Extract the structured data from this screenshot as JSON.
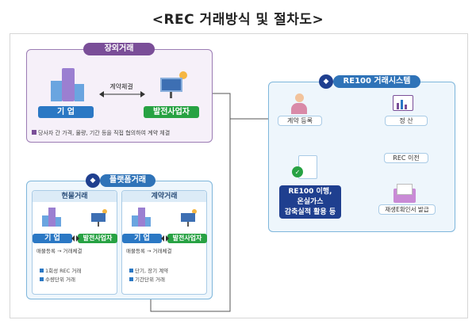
{
  "title": "<REC 거래방식 및 절차도>",
  "otc": {
    "header": "장외거래",
    "enterprise": "기 업",
    "contract": "계약체결",
    "generator": "발전사업자",
    "note": "당사자 간 가격, 물량, 기간 등을 직접 협의하여 계약 체결"
  },
  "platform": {
    "header": "플랫폼거래",
    "spot": {
      "header": "현물거래",
      "enterprise": "기 업",
      "generator": "발전사업자",
      "flow_left": "매물등록",
      "flow_right": "거래체결",
      "bullets": [
        "1회성 REC 거래",
        "수량단위 거래"
      ]
    },
    "contract": {
      "header": "계약거래",
      "enterprise": "기 업",
      "generator": "발전사업자",
      "flow_left": "매물등록",
      "flow_right": "거래체결",
      "bullets": [
        "단기, 장기 계약",
        "기간단위 거래"
      ]
    }
  },
  "re100": {
    "header": "RE100 거래시스템",
    "contract_reg": "계약 등록",
    "settlement": "정 산",
    "rec_transfer": "REC 이전",
    "certificate": "재생E확인서 발급",
    "result": "RE100 이행,\n온실가스\n감축실적 활용 등"
  },
  "colors": {
    "purple": "#7a4e98",
    "blue": "#2b78c4",
    "green": "#27a243",
    "navy": "#1f3f8f"
  }
}
